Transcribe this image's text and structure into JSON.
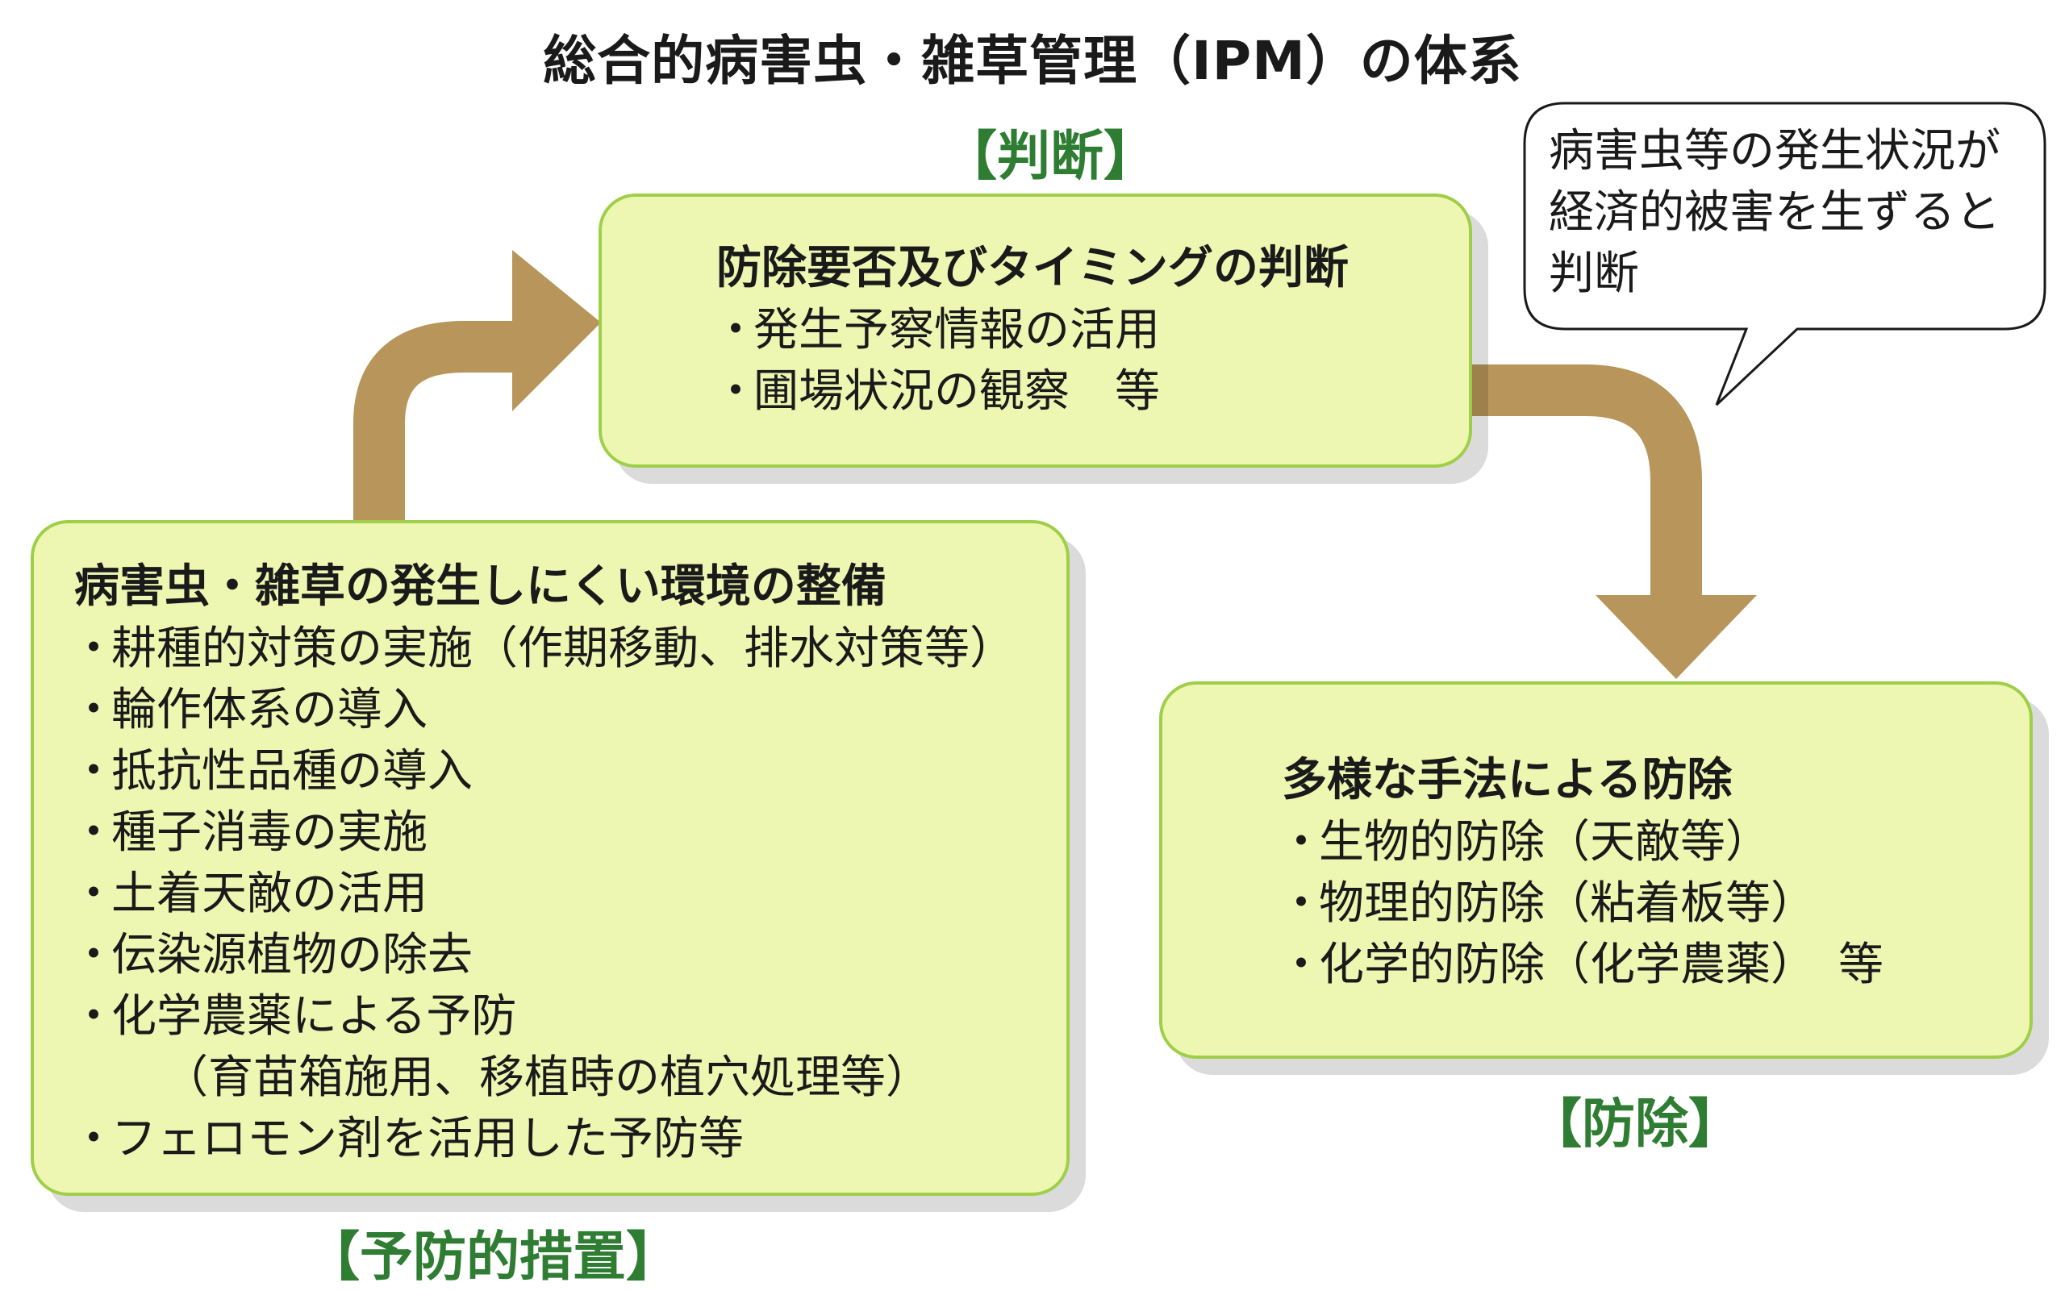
{
  "title": "総合的病害虫・雑草管理（IPM）の体系",
  "labels": {
    "judgment": "【判断】",
    "control": "【防除】",
    "preventive": "【予防的措置】"
  },
  "judgment_box": {
    "heading": "防除要否及びタイミングの判断",
    "items": [
      "発生予察情報の活用",
      "圃場状況の観察　等"
    ]
  },
  "prevention_box": {
    "heading": "病害虫・雑草の発生しにくい環境の整備",
    "items": [
      "耕種的対策の実施（作期移動、排水対策等）",
      "輪作体系の導入",
      "抵抗性品種の導入",
      "種子消毒の実施",
      "土着天敵の活用",
      "伝染源植物の除去",
      "化学農薬による予防",
      "（育苗箱施用、移植時の植穴処理等）",
      "フェロモン剤を活用した予防等"
    ]
  },
  "control_box": {
    "heading": "多様な手法による防除",
    "items": [
      "生物的防除（天敵等）",
      "物理的防除（粘着板等）",
      "化学的防除（化学農薬）　等"
    ]
  },
  "callout": {
    "lines": [
      "病害虫等の発生状況が",
      "経済的被害を生ずると",
      "判断"
    ]
  },
  "colors": {
    "box_fill": "#edf7b2",
    "box_border": "#9fcf48",
    "arrow": "#b8955a",
    "label_green": "#2e7d32"
  }
}
